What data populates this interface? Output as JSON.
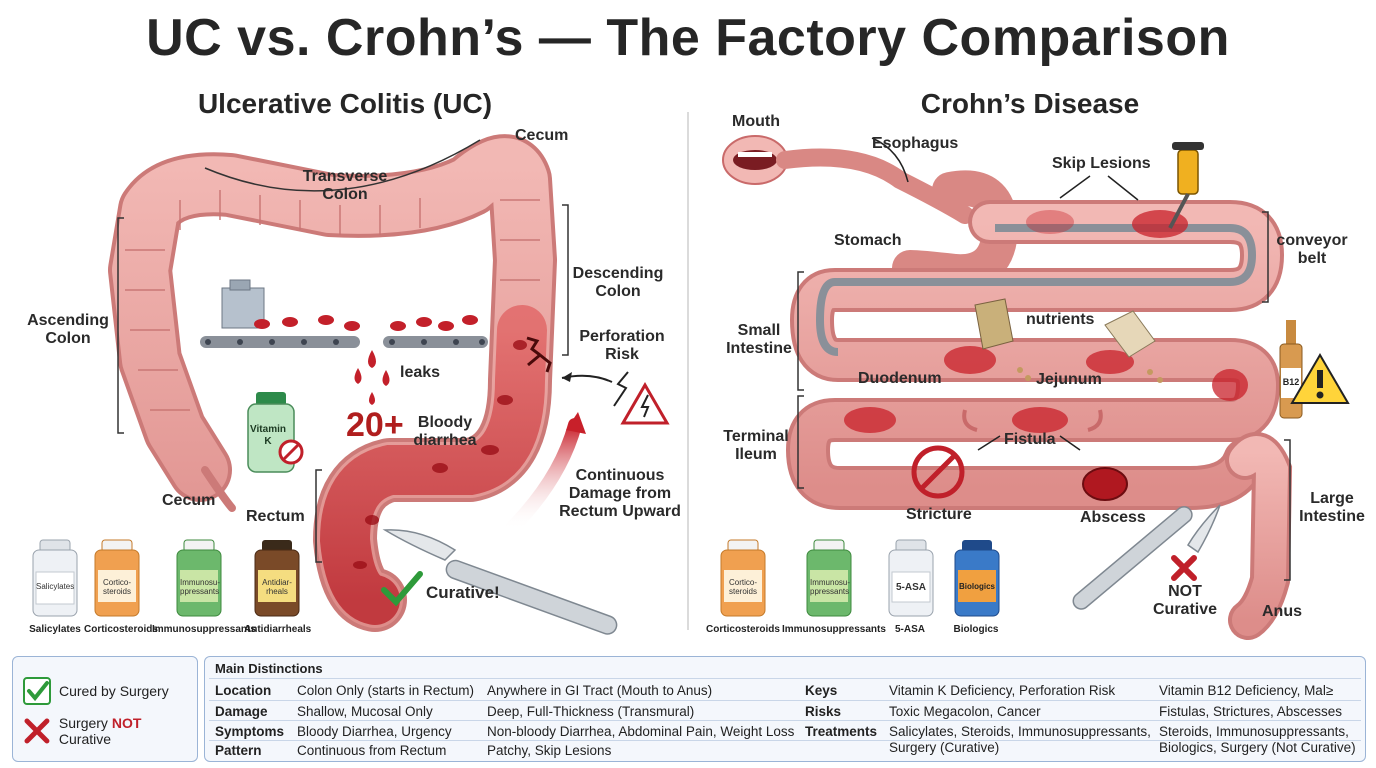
{
  "title": "UC vs. Crohn’s — The Factory Comparison",
  "uc": {
    "heading": "Ulcerative Colitis (UC)",
    "labels": {
      "cecum_top": "Cecum",
      "transverse": "Transverse\nColon",
      "ascending": "Ascending\nColon",
      "descending": "Descending\nColon",
      "perforation": "Perforation\nRisk",
      "leaks": "leaks",
      "count": "20+",
      "bloody": "Bloody\ndiarrhea",
      "vitamin": "Vitamin\nK",
      "cecum_bottom": "Cecum",
      "rectum": "Rectum",
      "continuous": "Continuous\nDamage from\nRectum Upward",
      "curative": "Curative!"
    },
    "meds": [
      {
        "bottle": "Salicylates",
        "label": "Salicylates"
      },
      {
        "bottle": "Cortico-\nsteroids",
        "label": "Corticosteroids"
      },
      {
        "bottle": "Immunosu-\nppressants",
        "label": "Immunosuppressants"
      },
      {
        "bottle": "Antidiar-\nrheals",
        "label": "Antidiarrheals"
      }
    ]
  },
  "crohns": {
    "heading": "Crohn’s Disease",
    "labels": {
      "mouth": "Mouth",
      "esophagus": "Esophagus",
      "skip": "Skip Lesions",
      "stomach": "Stomach",
      "conveyor": "conveyor\nbelt",
      "small_intestine": "Small\nIntestine",
      "nutrients": "nutrients",
      "duodenum": "Duodenum",
      "jejunum": "Jejunum",
      "b12": "B12",
      "terminal_ileum": "Terminal\nIleum",
      "fistula": "Fistula",
      "stricture": "Stricture",
      "abscess": "Abscess",
      "large_intestine": "Large\nIntestine",
      "not_curative": "NOT\nCurative",
      "anus": "Anus"
    },
    "meds": [
      {
        "bottle": "Cortico-\nsteroids",
        "label": "Corticosteroids"
      },
      {
        "bottle": "Immunosu-\nppressants",
        "label": "Immunosuppressants"
      },
      {
        "bottle": "5-ASA",
        "label": "5-ASA"
      },
      {
        "bottle": "Biologics",
        "label": "Biologics"
      }
    ]
  },
  "legend": {
    "cured": "Cured by Surgery",
    "not_prefix": "Surgery ",
    "not_word": "NOT",
    "not_suffix": " Curative"
  },
  "table": {
    "title": "Main Distinctions",
    "left_rows": [
      {
        "key": "Location",
        "uc": "Colon Only (starts in Rectum)",
        "cd": "Anywhere in GI Tract (Mouth to Anus)"
      },
      {
        "key": "Damage",
        "uc": "Shallow, Mucosal Only",
        "cd": "Deep, Full-Thickness (Transmural)"
      },
      {
        "key": "Symptoms",
        "uc": "Bloody Diarrhea, Urgency",
        "cd": "Non-bloody Diarrhea, Abdominal Pain, Weight Loss"
      },
      {
        "key": "Pattern",
        "uc": "Continuous from Rectum",
        "cd": "Patchy, Skip Lesions"
      }
    ],
    "right_rows": [
      {
        "key": "Keys",
        "uc": "Vitamin K Deficiency, Perforation Risk",
        "cd": "Vitamin B12 Deficiency, Mal≥"
      },
      {
        "key": "Risks",
        "uc": "Toxic Megacolon, Cancer",
        "cd": "Fistulas, Strictures, Abscesses"
      },
      {
        "key": "Treatments",
        "uc": "Salicylates, Steroids, Immunosuppressants,\nSurgery (Curative)",
        "cd": "Steroids, Immunosuppressants,\nBiologics, Surgery (Not Curative)"
      }
    ]
  },
  "colors": {
    "tissue": "#e8a0a0",
    "tissue_dark": "#c96a6a",
    "inflamed": "#c8202a",
    "ok_green": "#2e9a3a",
    "no_red": "#c0202a",
    "panel_border": "#9bb4d6"
  }
}
